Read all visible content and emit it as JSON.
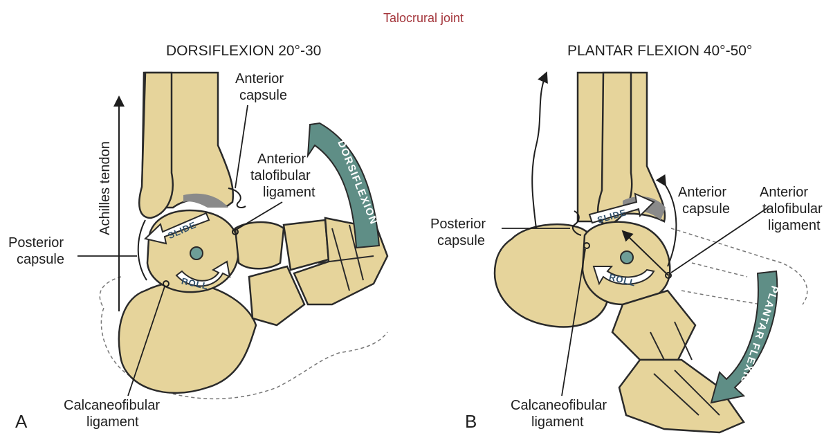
{
  "header": {
    "title": "Talocrural joint"
  },
  "panels": [
    {
      "heading": "DORSIFLEXION 20°-30",
      "letter": "A",
      "labels": {
        "achilles": "Achilles tendon",
        "anterior_capsule_1": "Anterior",
        "anterior_capsule_2": "capsule",
        "atfl_1": "Anterior",
        "atfl_2": "talofibular",
        "atfl_3": "ligament",
        "posterior_capsule_1": "Posterior",
        "posterior_capsule_2": "capsule",
        "cfl_1": "Calcaneofibular",
        "cfl_2": "ligament"
      },
      "motion": {
        "slide": "SLIDE",
        "roll": "ROLL",
        "arc": "DORSIFLEXION"
      }
    },
    {
      "heading": "PLANTAR FLEXION 40°-50°",
      "letter": "B",
      "labels": {
        "anterior_capsule_1": "Anterior",
        "anterior_capsule_2": "capsule",
        "atfl_1": "Anterior",
        "atfl_2": "talofibular",
        "atfl_3": "ligament",
        "posterior_capsule_1": "Posterior",
        "posterior_capsule_2": "capsule",
        "cfl_1": "Calcaneofibular",
        "cfl_2": "ligament"
      },
      "motion": {
        "slide": "SLIDE",
        "roll": "ROLL",
        "arc": "PLANTAR FLEXION"
      }
    }
  ],
  "colors": {
    "bone": "#e6d49b",
    "outline": "#2a2a2a",
    "arrow_fill": "#5f8e86",
    "dot": "#6e9e98",
    "title": "#a3343a"
  }
}
